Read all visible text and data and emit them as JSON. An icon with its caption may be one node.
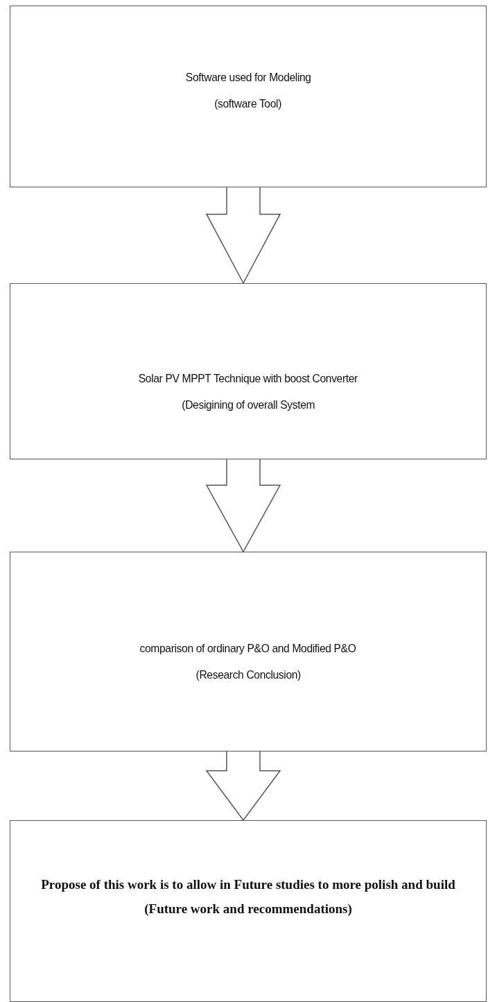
{
  "diagram": {
    "nodes": [
      {
        "text": [
          "Software used for Modeling",
          "(software Tool)"
        ]
      },
      {
        "text": [
          "Solar PV MPPT Technique with boost Converter",
          "(Desigining of overall System"
        ]
      },
      {
        "text": [
          "comparison of ordinary P&O and Modified P&O",
          "(Research Conclusion)"
        ]
      },
      {
        "text": [
          "Propose of this work is to allow in Future studies to more polish and build",
          "(Future work and recommendations)"
        ]
      }
    ],
    "edges": [
      {
        "from": 0,
        "to": 1,
        "arrow": "to"
      },
      {
        "from": 1,
        "to": 2,
        "arrow": "to"
      },
      {
        "from": 2,
        "to": 3,
        "arrow": "to"
      }
    ]
  }
}
